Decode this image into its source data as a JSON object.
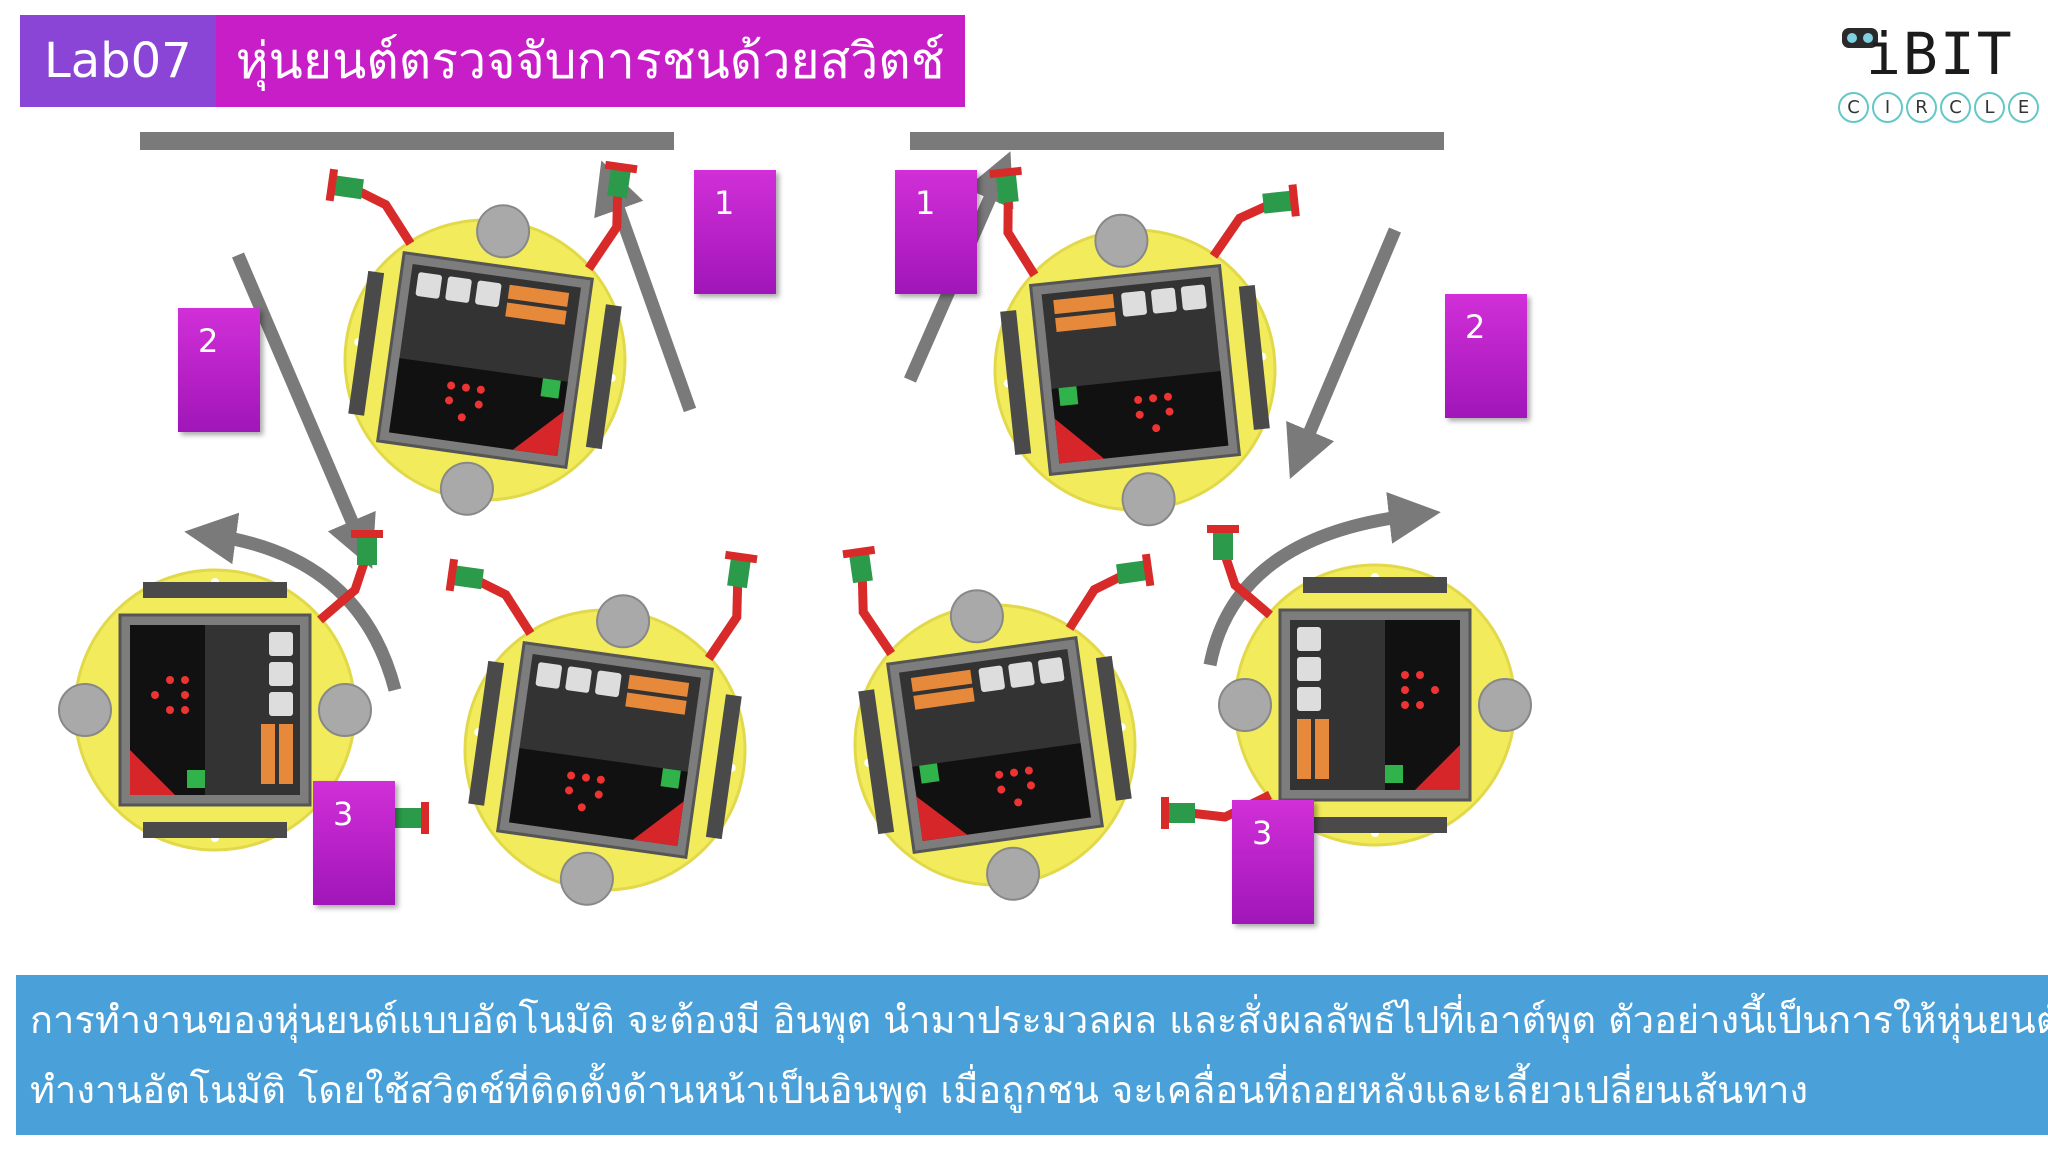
{
  "header": {
    "lab_id": "Lab07",
    "title": "หุ่นยนต์ตรวจจับการชนด้วยสวิตช์"
  },
  "logo": {
    "main": "iBIT",
    "letters": [
      "C",
      "I",
      "R",
      "C",
      "L",
      "E"
    ]
  },
  "steps": {
    "left": [
      "1",
      "2",
      "3"
    ],
    "right": [
      "1",
      "2",
      "3"
    ]
  },
  "caption": {
    "line1": "การทำงานของหุ่นยนต์แบบอัตโนมัติ จะต้องมี อินพุต นำมาประมวลผล และสั่งผลลัพธ์ไปที่เอาต์พุต ตัวอย่างนี้เป็นการให้หุ่นยนต์",
    "line2": "ทำงานอัตโนมัติ โดยใช้สวิตช์ที่ติดตั้งด้านหน้าเป็นอินพุต เมื่อถูกชน จะเคลื่อนที่ถอยหลังและเลี้ยวเปลี่ยนเส้นทาง"
  },
  "colors": {
    "lab_tag": "#8a45d6",
    "title_bg": "#c81ec8",
    "step_box": "#c21fcf",
    "robot_base": "#f2ec5c",
    "arrow": "#7a7a7a",
    "caption_bg": "#4aa0d8"
  }
}
